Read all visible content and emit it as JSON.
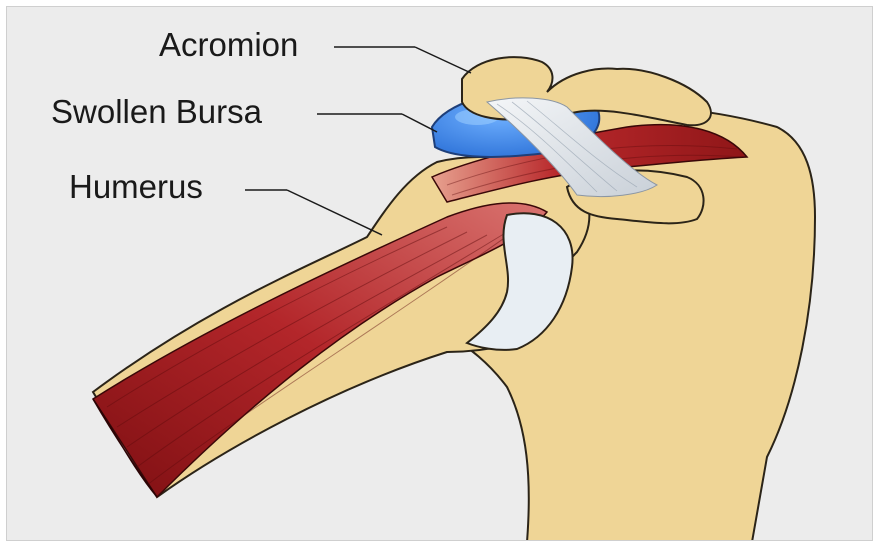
{
  "labels": {
    "acromion": "Acromion",
    "swollen_bursa": "Swollen Bursa",
    "humerus": "Humerus"
  },
  "colors": {
    "background": "#ececec",
    "bone": "#efd596",
    "bone_outline": "#2b2418",
    "bursa": "#3d87ea",
    "muscle": "#a81c1c",
    "ligament": "#e4e8ee",
    "cartilage": "#e8eef3"
  },
  "icons": {
    "diagram": "shoulder-anatomy-illustration"
  }
}
